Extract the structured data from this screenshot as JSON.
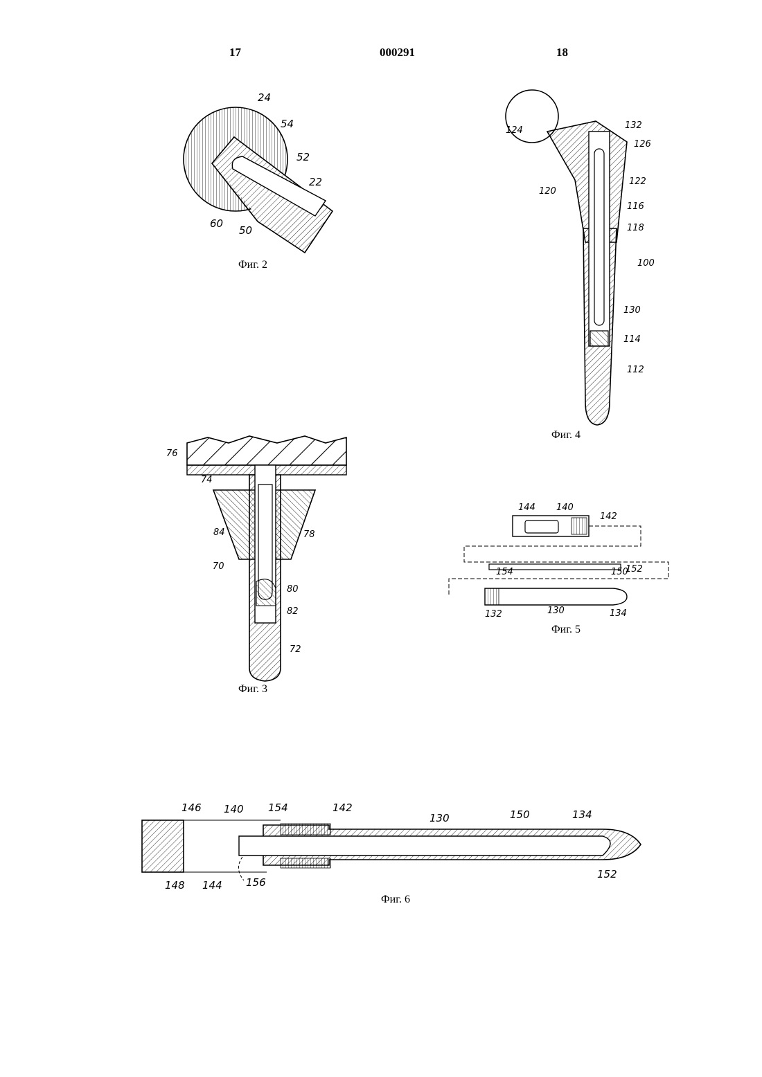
{
  "header": {
    "left": "17",
    "center": "000291",
    "right": "18"
  },
  "captions": {
    "fig2": "Фиг. 2",
    "fig3": "Фиг. 3",
    "fig4": "Фиг. 4",
    "fig5": "Фиг. 5",
    "fig6": "Фиг. 6"
  },
  "refs": {
    "fig2": [
      "24",
      "54",
      "52",
      "22",
      "60",
      "50"
    ],
    "fig4": [
      "124",
      "132",
      "126",
      "122",
      "120",
      "116",
      "118",
      "100",
      "130",
      "114",
      "112"
    ],
    "fig3": [
      "76",
      "74",
      "78",
      "84",
      "70",
      "80",
      "82",
      "72"
    ],
    "fig5": [
      "144",
      "140",
      "142",
      "154",
      "150",
      "152",
      "132",
      "130",
      "134"
    ],
    "fig6": [
      "146",
      "140",
      "154",
      "142",
      "130",
      "150",
      "134",
      "148",
      "144",
      "156",
      "152"
    ]
  }
}
